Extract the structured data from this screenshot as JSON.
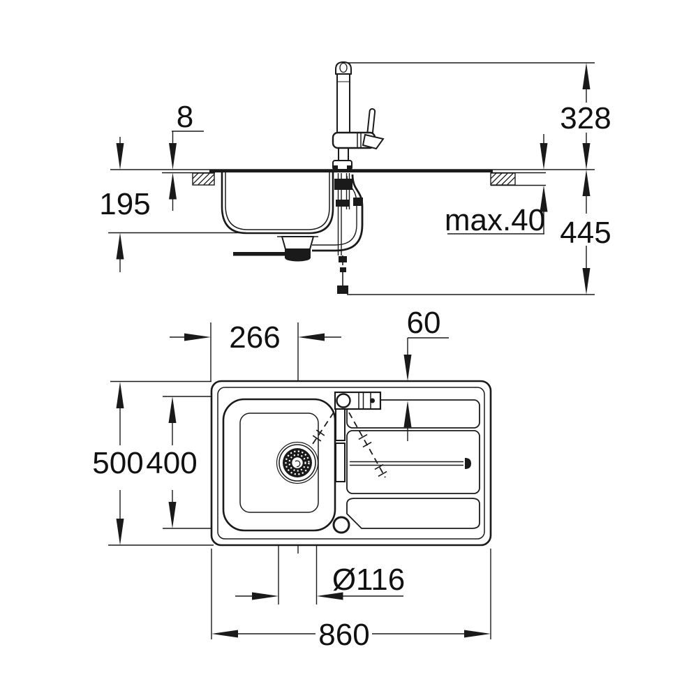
{
  "drawing": {
    "background": "#ffffff",
    "line_color": "#1a1a1a",
    "subject": "inset kitchen sink with single-lever tap, installation dimension drawing",
    "views": {
      "elevation": {
        "label": "side section view",
        "dims": {
          "rim_height": "8",
          "tap_height": "328",
          "bowl_depth": "195",
          "counter_thickness": "max.40",
          "under_counter_clearance": "445"
        }
      },
      "plan": {
        "label": "top plan view",
        "dims": {
          "drain_from_left": "266",
          "tap_hole_offset": "60",
          "overall_depth": "500",
          "bowl_outer_depth": "400",
          "drain_hole_diameter": "Ø116",
          "overall_width": "860"
        }
      }
    }
  }
}
